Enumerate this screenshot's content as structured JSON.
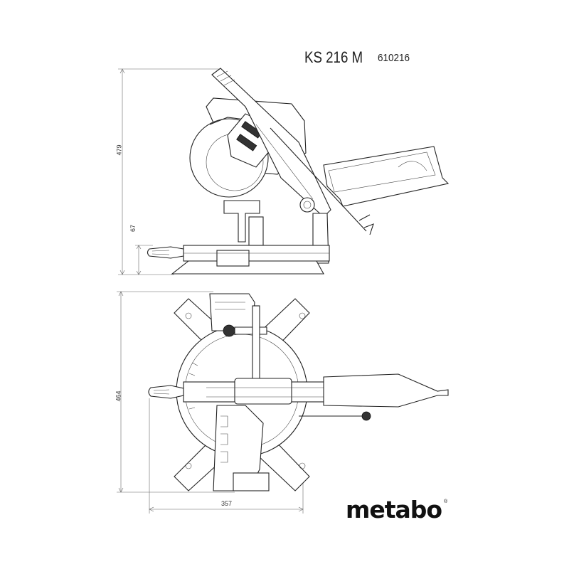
{
  "header": {
    "model": "KS 216 M",
    "article_number": "610216"
  },
  "side_view": {
    "height_dimension": "479",
    "base_height_dimension": "67"
  },
  "top_view": {
    "depth_dimension": "464",
    "width_dimension": "357"
  },
  "brand": {
    "logo": "metabo",
    "registered_mark": "®"
  }
}
